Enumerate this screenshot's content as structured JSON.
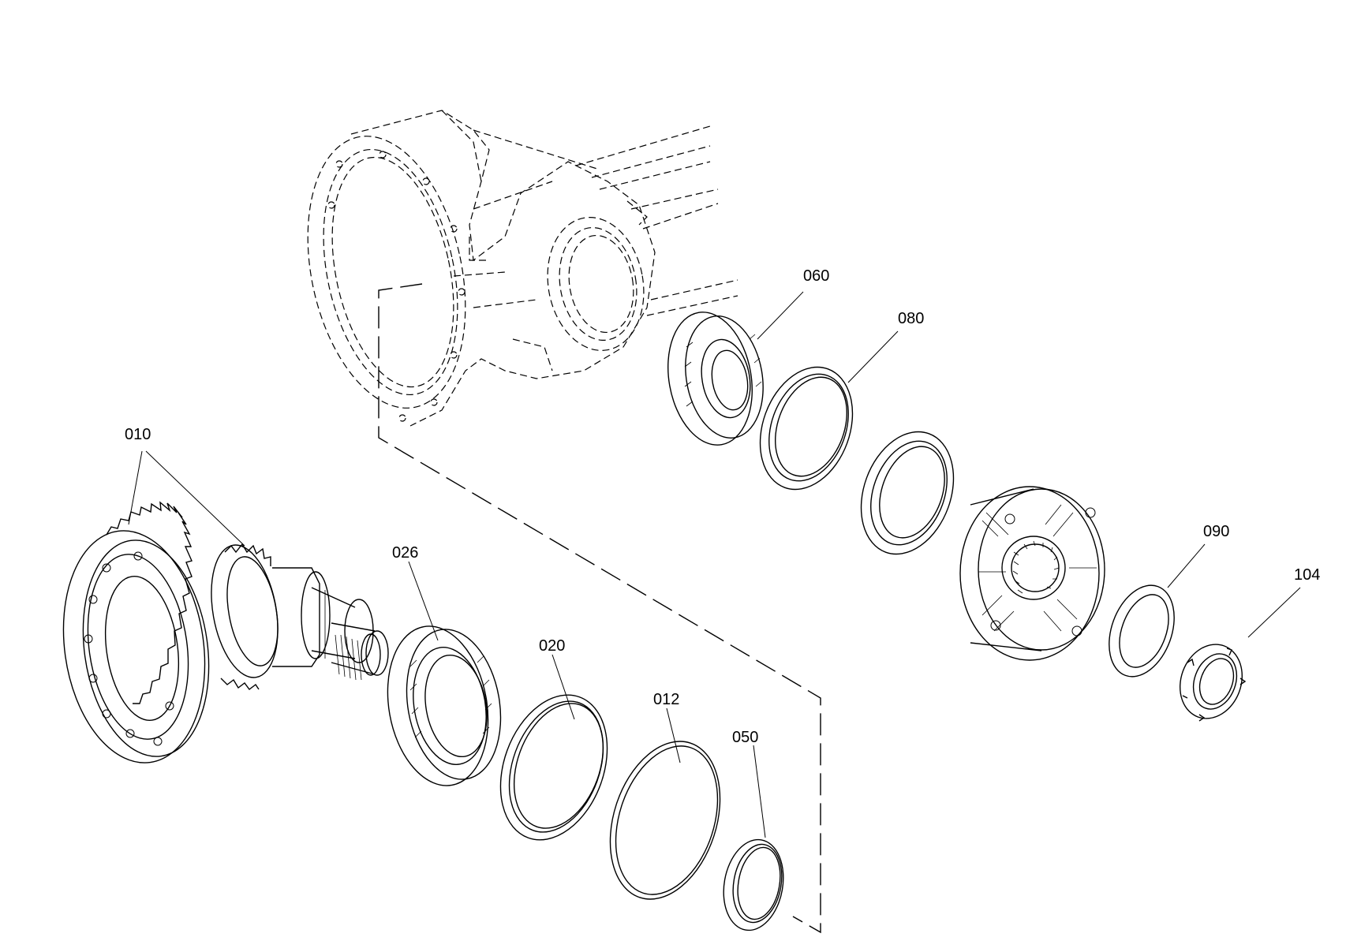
{
  "labels": {
    "p010": "010",
    "p026": "026",
    "p020": "020",
    "p012": "012",
    "p050": "050",
    "p060": "060",
    "p080": "080",
    "p090": "090",
    "p104": "104"
  },
  "colors": {
    "line": "#000000",
    "background": "#ffffff"
  }
}
